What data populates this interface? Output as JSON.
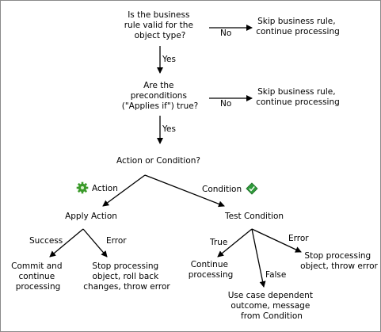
{
  "nodes": {
    "q1": [
      "Is the business",
      "rule valid for the",
      "object type?"
    ],
    "skip1": [
      "Skip business rule,",
      "continue processing"
    ],
    "q2": [
      "Are the",
      "preconditions",
      "(\"Applies if\") true?"
    ],
    "skip2": [
      "Skip business rule,",
      "continue processing"
    ],
    "q3": [
      "Action or Condition?"
    ],
    "apply_action": [
      "Apply Action"
    ],
    "test_condition": [
      "Test Condition"
    ],
    "commit": [
      "Commit and",
      "continue",
      "processing"
    ],
    "stop_rollback": [
      "Stop processing",
      "object, roll back",
      "changes, throw error"
    ],
    "continue_processing": [
      "Continue",
      "processing"
    ],
    "use_case": [
      "Use case dependent",
      "outcome, message",
      "from Condition"
    ],
    "stop_error": [
      "Stop processing",
      "object, throw error"
    ]
  },
  "edges": {
    "no1": "No",
    "yes1": "Yes",
    "no2": "No",
    "yes2": "Yes",
    "action": "Action",
    "condition": "Condition",
    "success": "Success",
    "error_action": "Error",
    "true": "True",
    "false": "False",
    "error_condition": "Error"
  },
  "colors": {
    "line": "#000000",
    "action_icon": "#3a9a2a",
    "condition_icon": "#2e9a3a"
  },
  "icons": {
    "action": "gear-icon",
    "condition": "diamond-check-icon"
  }
}
